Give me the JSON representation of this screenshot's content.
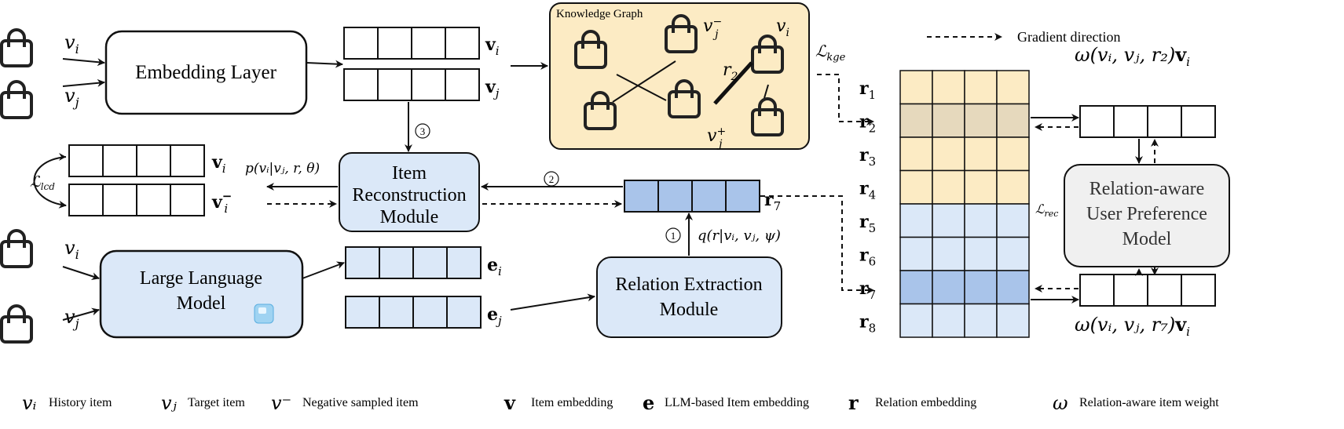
{
  "colors": {
    "kg_bg": "#fcebc4",
    "blue_light": "#dbe8f8",
    "blue_dark": "#a9c4ea",
    "yellow": "#fcebc4",
    "yellow_dark": "#e6d9bd",
    "gray": "#f0f0f0"
  },
  "inputs": {
    "vi": {
      "b": "v",
      "s": "i"
    },
    "vj": {
      "b": "v",
      "s": "j"
    }
  },
  "embedding_layer": {
    "label": "Embedding Layer"
  },
  "emb": {
    "vi": {
      "b": "v",
      "s": "i"
    },
    "vj": {
      "b": "v",
      "s": "j"
    },
    "vneg": {
      "b": "v",
      "s": "i",
      "sup": "−"
    },
    "ei": {
      "b": "e",
      "s": "i"
    },
    "ej": {
      "b": "e",
      "s": "j"
    }
  },
  "kg": {
    "title": "Knowledge Graph",
    "vneg": {
      "b": "v",
      "s": "j",
      "sup": "−"
    },
    "vi": {
      "b": "v",
      "s": "i"
    },
    "r2": {
      "b": "r",
      "s": "2"
    },
    "vpos": {
      "b": "v",
      "s": "j",
      "sup": "+"
    }
  },
  "losses": {
    "kge": {
      "b": "ℒ",
      "s": "kge"
    },
    "lcd": {
      "b": "ℒ",
      "s": "lcd"
    },
    "rec": {
      "b": "ℒ",
      "s": "rec"
    }
  },
  "legend_top": {
    "label": "Gradient direction"
  },
  "relations": [
    {
      "b": "r",
      "s": "1",
      "color": "#fcebc4"
    },
    {
      "b": "r",
      "s": "2",
      "color": "#e6d9bd"
    },
    {
      "b": "r",
      "s": "3",
      "color": "#fcebc4"
    },
    {
      "b": "r",
      "s": "4",
      "color": "#fcebc4"
    },
    {
      "b": "r",
      "s": "5",
      "color": "#dbe8f8"
    },
    {
      "b": "r",
      "s": "6",
      "color": "#dbe8f8"
    },
    {
      "b": "r",
      "s": "7",
      "color": "#a9c4ea"
    },
    {
      "b": "r",
      "s": "8",
      "color": "#dbe8f8"
    }
  ],
  "weights": {
    "top": "ω(vᵢ, vⱼ, r₂)",
    "bottom": "ω(vᵢ, vⱼ, r₇)",
    "vec": {
      "b": "v",
      "s": "i"
    }
  },
  "user_pref": {
    "lines": [
      "Relation-aware",
      "User Preference",
      "Model"
    ]
  },
  "item_recon": {
    "lines": [
      "Item",
      "Reconstruction",
      "Module"
    ]
  },
  "rel_extract": {
    "lines": [
      "Relation Extraction",
      "Module"
    ]
  },
  "llm": {
    "lines": [
      "Large Language",
      "Model"
    ],
    "icon": "ice-cube-icon"
  },
  "formulas": {
    "p": "p(vᵢ|vⱼ, r, θ)",
    "q": "q(r|vᵢ, vⱼ, ψ)"
  },
  "r7": {
    "b": "r",
    "s": "7"
  },
  "steps": [
    "1",
    "2",
    "3"
  ],
  "legend": [
    {
      "sym": "vᵢ",
      "text": "History item"
    },
    {
      "sym": "vⱼ",
      "text": "Target item"
    },
    {
      "sym": "v⁻",
      "text": "Negative sampled item"
    },
    {
      "sym": "v",
      "text": "Item embedding"
    },
    {
      "sym": "e",
      "text": "LLM-based Item embedding"
    },
    {
      "sym": "r",
      "text": "Relation embedding"
    },
    {
      "sym": "ω",
      "text": "Relation-aware item weight"
    }
  ]
}
